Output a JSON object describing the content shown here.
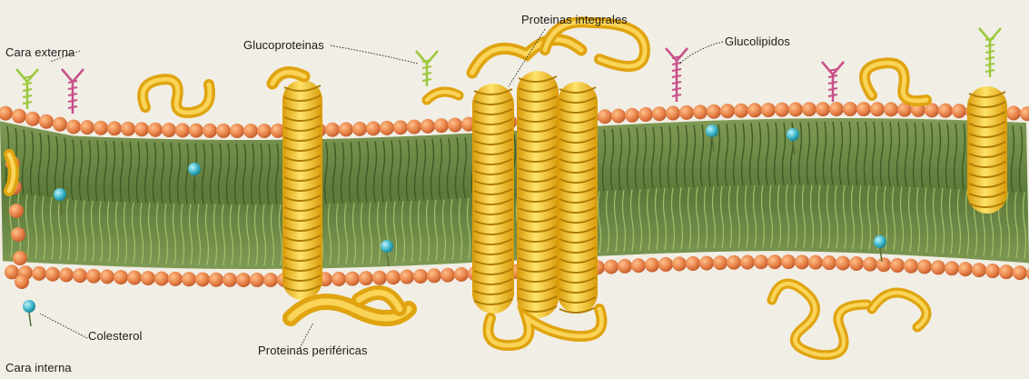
{
  "diagram": {
    "labels": {
      "cara_externa": "Cara externa",
      "cara_interna": "Cara interna",
      "glucoproteinas": "Glucoproteinas",
      "proteinas_integrales": "Proteinas integrales",
      "glucolipidos": "Glucolipidos",
      "colesterol": "Colesterol",
      "proteinas_perifericas": "Proteinas periféricas"
    },
    "colors": {
      "phospholipid_head": "#e8844a",
      "lipid_tail": "#6e8a45",
      "protein": "#f2c21c",
      "cholesterol": "#3cb5c8",
      "glycolipid_chain": "#c8508a",
      "glycoprotein_chain": "#9cc83c"
    },
    "icons": {
      "cholesterol": "cholesterol-molecule-icon",
      "glycolipid": "glycolipid-chain-icon",
      "glycoprotein": "glycoprotein-chain-icon"
    }
  }
}
